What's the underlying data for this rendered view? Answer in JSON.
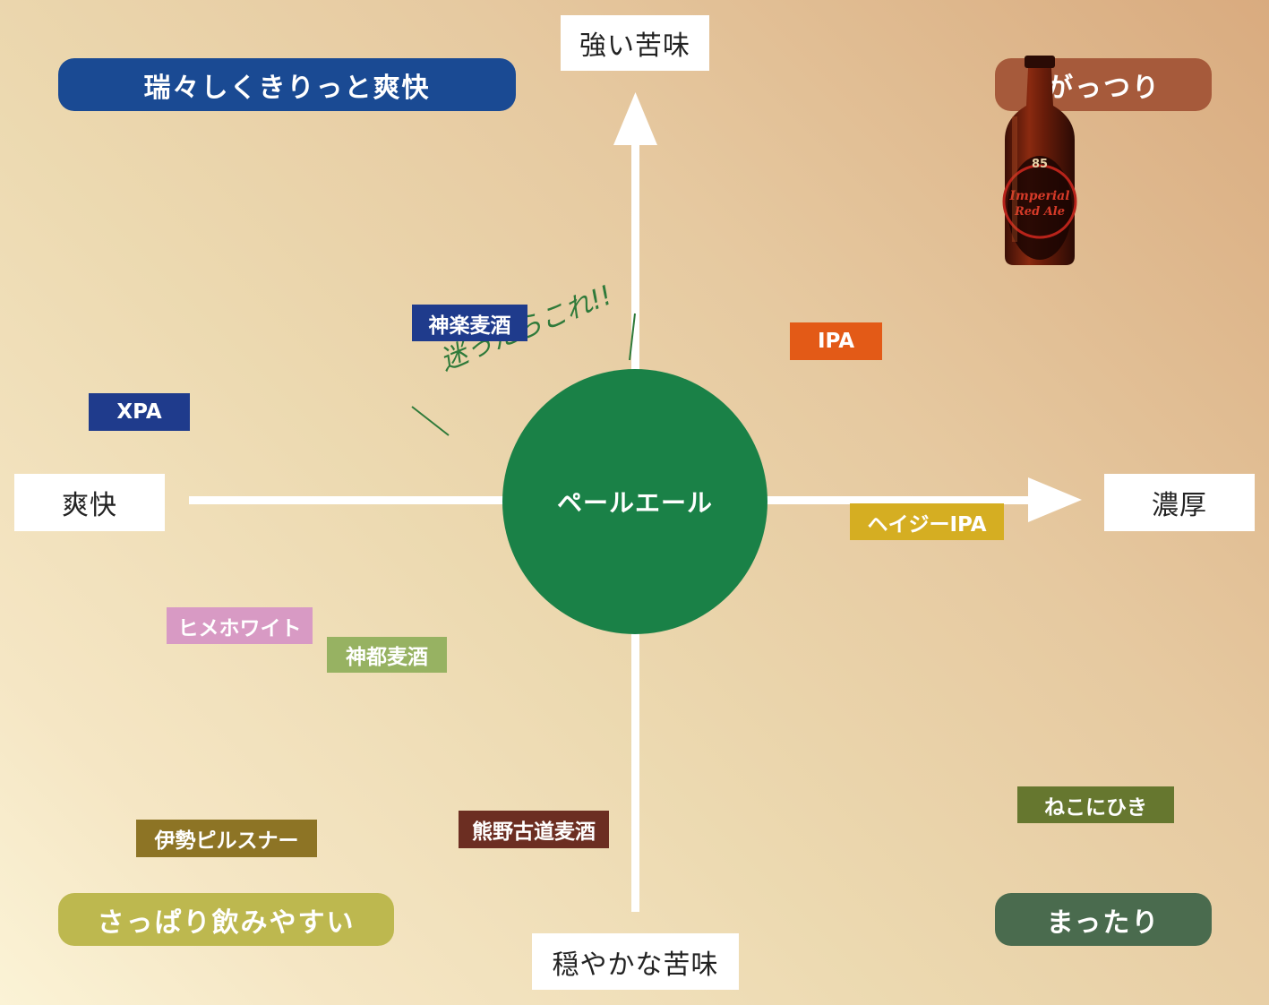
{
  "axes": {
    "top": "強い苦味",
    "bottom": "穏やかな苦味",
    "left": "爽快",
    "right": "濃厚"
  },
  "center": {
    "label": "ペールエール",
    "note": "迷ったらこれ!!",
    "color": "#1a8147"
  },
  "quadrants": {
    "top_left": {
      "label": "瑞々しくきりっと爽快",
      "color": "#1a4a93"
    },
    "top_right": {
      "label": "がっつり",
      "color": "#a65a3b"
    },
    "bottom_left": {
      "label": "さっぱり飲みやすい",
      "color": "#bdb84f"
    },
    "bottom_right": {
      "label": "まったり",
      "color": "#4a6b4e"
    }
  },
  "beers": [
    {
      "label": "神楽麦酒",
      "color": "#1f3b8c"
    },
    {
      "label": "IPA",
      "color": "#e35a17"
    },
    {
      "label": "XPA",
      "color": "#1f3b8c"
    },
    {
      "label": "ヘイジーIPA",
      "color": "#d5ae22"
    },
    {
      "label": "ヒメホワイト",
      "color": "#d89ac4"
    },
    {
      "label": "神都麦酒",
      "color": "#97b262"
    },
    {
      "label": "伊勢ピルスナー",
      "color": "#8d7425"
    },
    {
      "label": "熊野古道麦酒",
      "color": "#6c2e22"
    },
    {
      "label": "ねこにひき",
      "color": "#66772f"
    }
  ],
  "bottle": {
    "number": "85",
    "line1": "Imperial",
    "line2": "Red Ale"
  }
}
